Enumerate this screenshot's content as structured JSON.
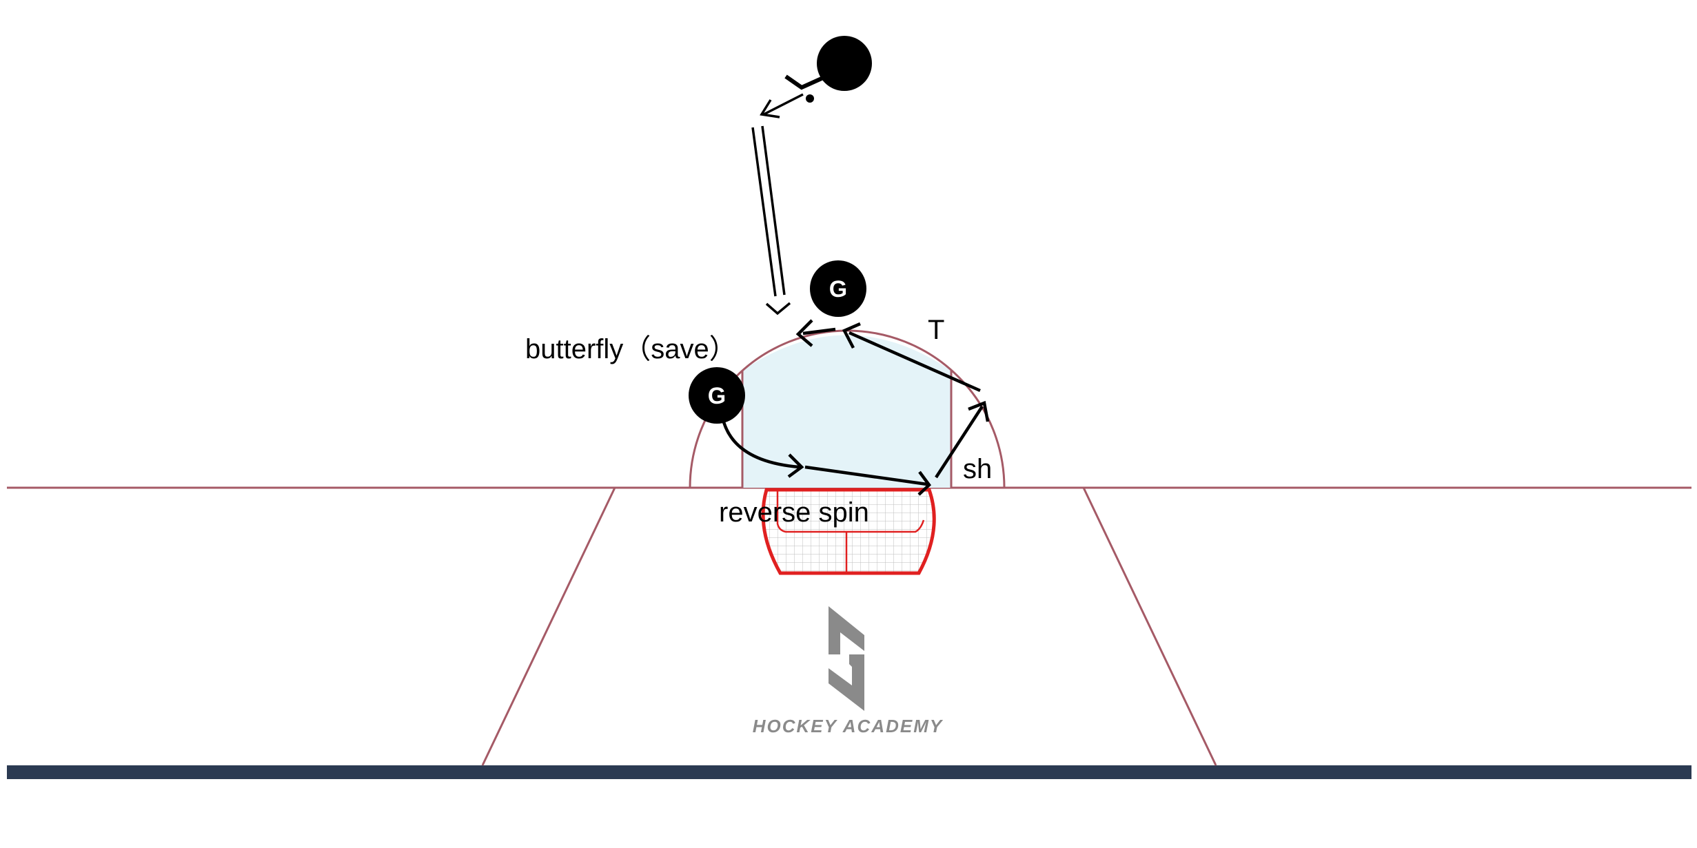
{
  "labels": {
    "butterfly": "butterfly（save）",
    "reverse_spin": "reverse spin",
    "shoot": "sh",
    "turn": "T"
  },
  "players": {
    "goalie_top": "G",
    "goalie_left": "G"
  },
  "logo": {
    "text": "HOCKEY ACADEMY"
  },
  "colors": {
    "rink_line": "#a55a66",
    "crease_fill": "#e4f3f8",
    "net": "#e02020",
    "boards": "#2b3a52",
    "player": "#000000",
    "logo": "#8a8a8a"
  }
}
